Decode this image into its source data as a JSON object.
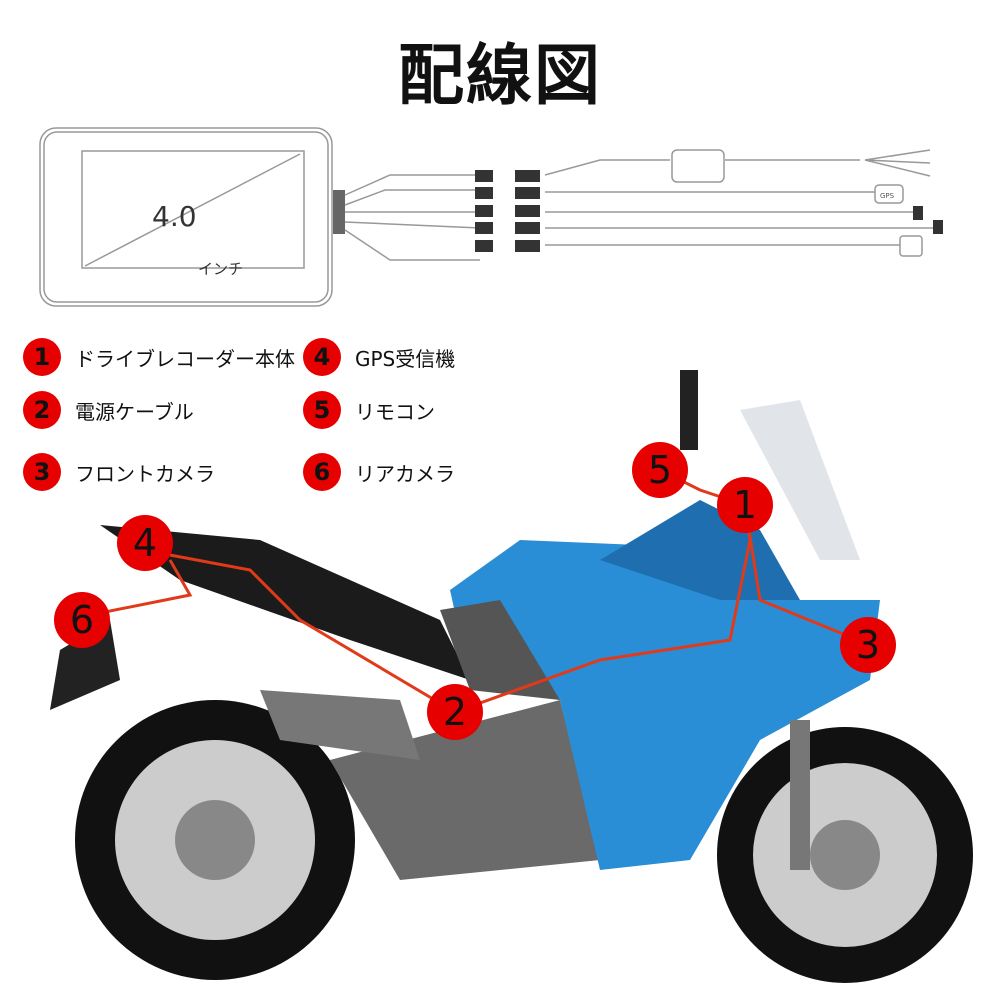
{
  "title": "配線図",
  "device": {
    "screen_size": "4.0",
    "screen_unit": "インチ",
    "gps_label": "GPS"
  },
  "legend": [
    {
      "number": "1",
      "label": "ドライブレコーダー本体"
    },
    {
      "number": "2",
      "label": "電源ケーブル"
    },
    {
      "number": "3",
      "label": "フロントカメラ"
    },
    {
      "number": "4",
      "label": "GPS受信機"
    },
    {
      "number": "5",
      "label": "リモコン"
    },
    {
      "number": "6",
      "label": "リアカメラ"
    }
  ],
  "colors": {
    "marker": "#e60000",
    "body": "#2a8ed6",
    "wire": "#e03a1a"
  }
}
